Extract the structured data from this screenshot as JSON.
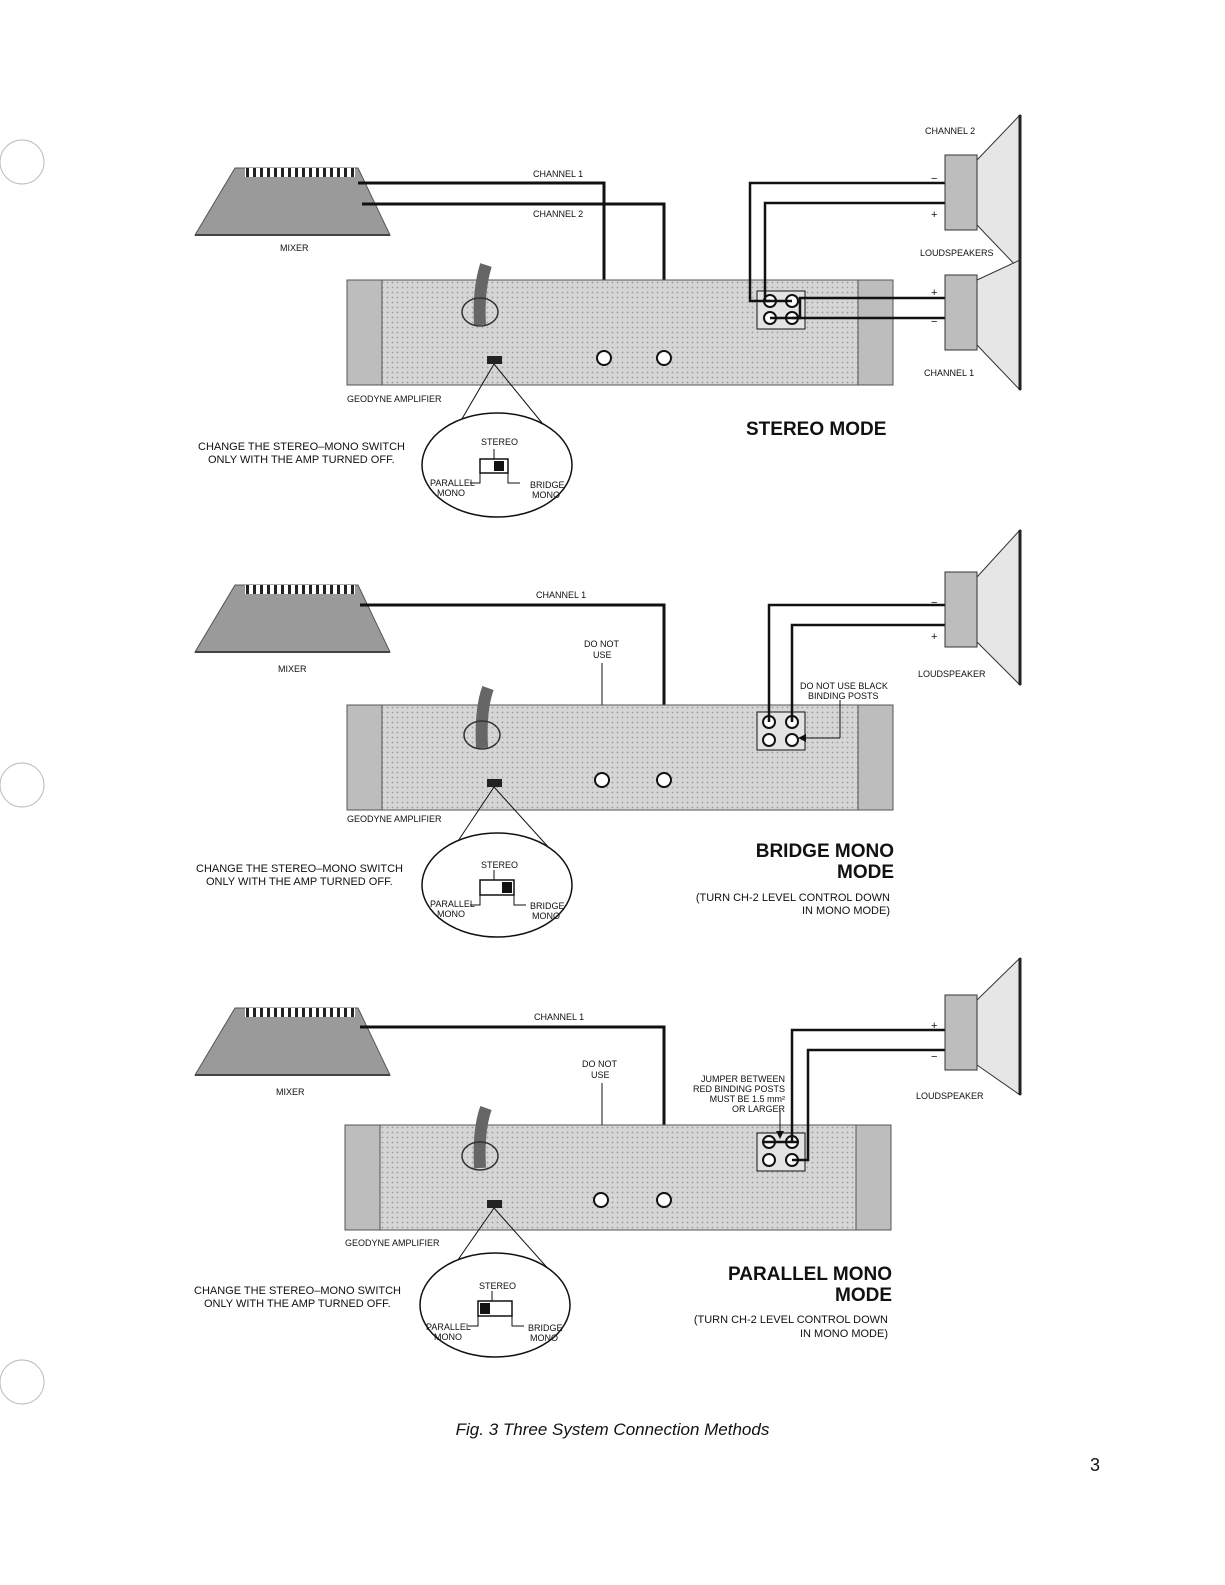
{
  "colors": {
    "ink": "#111111",
    "panel": "#cfcfcf",
    "mixer": "#9a9a9a",
    "paper": "#ffffff"
  },
  "icons": {
    "mixer": "mixer-icon",
    "amplifier": "amplifier-icon",
    "loudspeaker": "loudspeaker-icon",
    "switch": "stereo-mono-switch-icon"
  },
  "diagrams": [
    {
      "mode_title_1": "STEREO MODE",
      "mode_title_2": "",
      "mode_note_1": "",
      "mode_note_2": "",
      "mixer_label": "MIXER",
      "amp_label": "GEODYNE AMPLIFIER",
      "channel_1": "CHANNEL 1",
      "channel_2": "CHANNEL 2",
      "do_not_use": "",
      "speaker_top_label": "CHANNEL 2",
      "speaker_mid_label": "LOUDSPEAKERS",
      "speaker_bot_label": "CHANNEL 1",
      "warning_1": "CHANGE THE STEREO–MONO SWITCH",
      "warning_2": "ONLY WITH THE AMP TURNED OFF.",
      "switch_stereo": "STEREO",
      "switch_parallel_1": "PARALLEL",
      "switch_parallel_2": "MONO",
      "switch_bridge_1": "BRIDGE",
      "switch_bridge_2": "MONO"
    },
    {
      "mode_title_1": "BRIDGE MONO",
      "mode_title_2": "MODE",
      "mode_note_1": "(TURN CH-2 LEVEL CONTROL DOWN",
      "mode_note_2": "IN MONO MODE)",
      "mixer_label": "MIXER",
      "amp_label": "GEODYNE AMPLIFIER",
      "channel_1": "CHANNEL 1",
      "do_not_use_1": "DO NOT",
      "do_not_use_2": "USE",
      "speaker_label": "LOUDSPEAKER",
      "post_note_1": "DO NOT USE BLACK",
      "post_note_2": "BINDING POSTS",
      "warning_1": "CHANGE THE STEREO–MONO SWITCH",
      "warning_2": "ONLY WITH THE AMP TURNED OFF.",
      "switch_stereo": "STEREO",
      "switch_parallel_1": "PARALLEL",
      "switch_parallel_2": "MONO",
      "switch_bridge_1": "BRIDGE",
      "switch_bridge_2": "MONO"
    },
    {
      "mode_title_1": "PARALLEL MONO",
      "mode_title_2": "MODE",
      "mode_note_1": "(TURN CH-2 LEVEL CONTROL DOWN",
      "mode_note_2": "IN MONO MODE)",
      "mixer_label": "MIXER",
      "amp_label": "GEODYNE AMPLIFIER",
      "channel_1": "CHANNEL 1",
      "do_not_use_1": "DO NOT",
      "do_not_use_2": "USE",
      "speaker_label": "LOUDSPEAKER",
      "jumper_1": "JUMPER BETWEEN",
      "jumper_2": "RED BINDING POSTS",
      "jumper_3": "MUST BE 1.5 mm²",
      "jumper_4": "OR LARGER",
      "warning_1": "CHANGE THE STEREO–MONO SWITCH",
      "warning_2": "ONLY WITH THE AMP TURNED OFF.",
      "switch_stereo": "STEREO",
      "switch_parallel_1": "PARALLEL",
      "switch_parallel_2": "MONO",
      "switch_bridge_1": "BRIDGE",
      "switch_bridge_2": "MONO"
    }
  ],
  "caption": "Fig. 3  Three System Connection Methods",
  "page_number": "3"
}
